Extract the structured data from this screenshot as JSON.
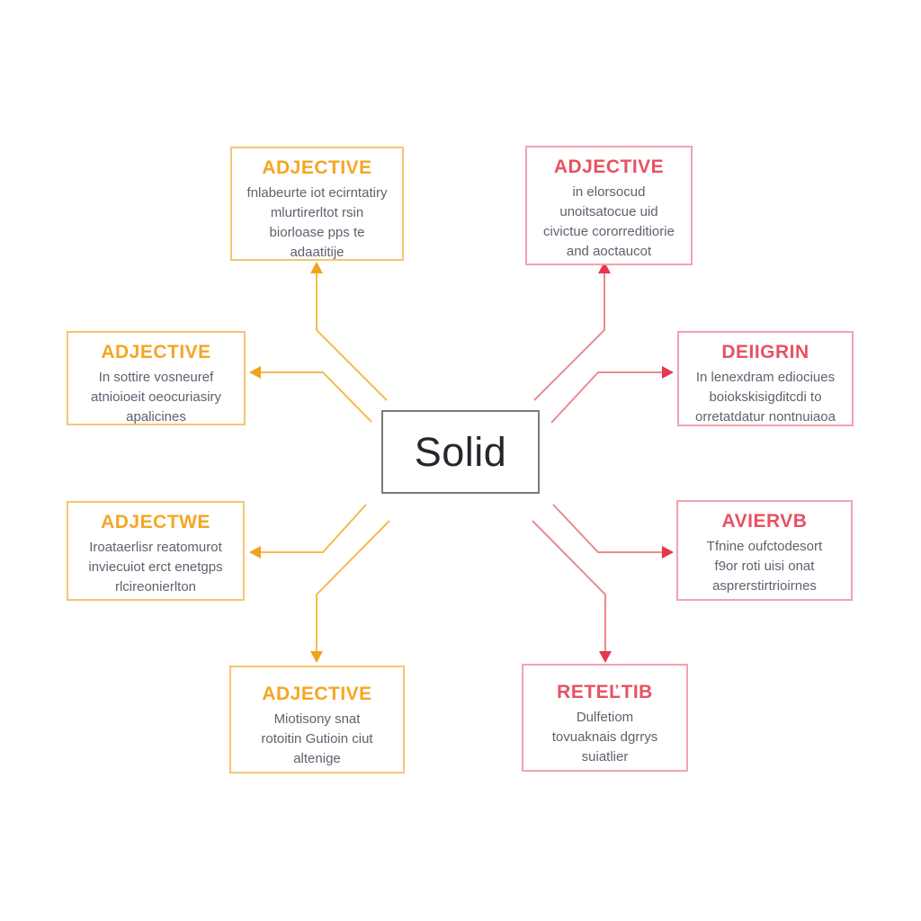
{
  "diagram": {
    "center": {
      "label": "Solid"
    },
    "boxes": [
      {
        "id": "top-left",
        "variant": "yellow",
        "title": "ADJECTIVE",
        "lines": [
          "fnlabeurte iot ecirntatiry",
          "mlurtirerltot rsin",
          "biorloase pps te",
          "adaatitije"
        ]
      },
      {
        "id": "top-right",
        "variant": "red",
        "title": "ADJECTIVE",
        "lines": [
          "in elorsocud",
          "unoitsatocue uid",
          "civictue cororreditiorie",
          "and aoctaucot"
        ]
      },
      {
        "id": "left-middle",
        "variant": "yellow",
        "title": "ADJECTIVE",
        "lines": [
          "In sottire vosneuref",
          "atnioioeit oeocuriasiry",
          "apalicines"
        ]
      },
      {
        "id": "right-middle",
        "variant": "red",
        "title": "DEIIGRIN",
        "lines": [
          "In lenexdram ediociues",
          "boiokskisigditcdi to",
          "orretatdatur nontnuiaoa"
        ]
      },
      {
        "id": "left-lower",
        "variant": "yellow",
        "title": "ADJECTWE",
        "lines": [
          "Iroataerlisr reatomurot",
          "inviecuiot erct enetgps",
          "rlcireonierlton"
        ]
      },
      {
        "id": "right-lower",
        "variant": "red",
        "title": "AVIERVB",
        "lines": [
          "Tfnine oufctodesort",
          "f9or roti uisi onat",
          "asprerstirtrioirnes"
        ]
      },
      {
        "id": "bottom-left",
        "variant": "yellow",
        "title": "ADJECTIVE",
        "lines": [
          "Miotisony snat",
          "rotoitin Gutioin ciut",
          "altenige"
        ]
      },
      {
        "id": "bottom-right",
        "variant": "red",
        "title": "RETEĽTIB",
        "lines": [
          "Dulfetiom",
          "tovuaknais dgrrys",
          "suiatlier"
        ]
      }
    ],
    "colors": {
      "yellow_title": "#f5a623",
      "yellow_border": "#f6c573",
      "yellow_line": "#f7ba4b",
      "yellow_arrowhead": "#f2a21c",
      "red_title": "#e85163",
      "red_border": "#f3a3ae",
      "red_line": "#ec8a90",
      "red_arrowhead": "#e6364e",
      "body_text": "#5e626e",
      "center_border": "#7a7a7a",
      "center_text": "#26262c"
    }
  }
}
